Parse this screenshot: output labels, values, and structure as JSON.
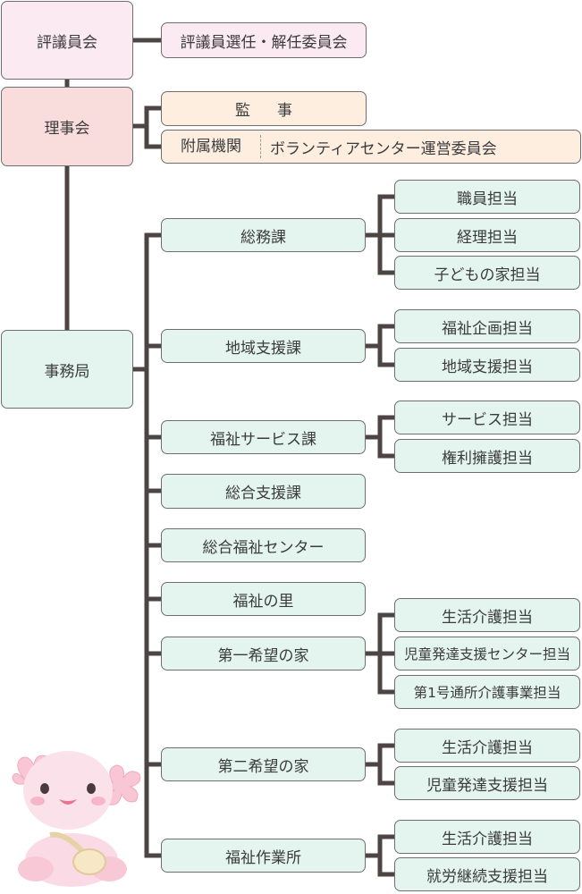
{
  "council": {
    "label": "評議員会",
    "committee": "評議員選任・解任委員会"
  },
  "board": {
    "label": "理事会",
    "auditor": "監事",
    "affiliated_label": "附属機関",
    "affiliated_body": "ボランティアセンター運営委員会"
  },
  "secretariat": {
    "label": "事務局"
  },
  "departments": [
    {
      "label": "総務課",
      "units": [
        "職員担当",
        "経理担当",
        "子どもの家担当"
      ]
    },
    {
      "label": "地域支援課",
      "units": [
        "福祉企画担当",
        "地域支援担当"
      ]
    },
    {
      "label": "福祉サービス課",
      "units": [
        "サービス担当",
        "権利擁護担当"
      ]
    },
    {
      "label": "総合支援課",
      "units": []
    },
    {
      "label": "総合福祉センター",
      "units": []
    },
    {
      "label": "福祉の里",
      "units": []
    },
    {
      "label": "第一希望の家",
      "units": [
        "生活介護担当",
        "児童発達支援センター担当",
        "第1号通所介護事業担当"
      ]
    },
    {
      "label": "第二希望の家",
      "units": [
        "生活介護担当",
        "児童発達支援担当"
      ]
    },
    {
      "label": "福祉作業所",
      "units": [
        "生活介護担当",
        "就労継続支援担当"
      ]
    }
  ],
  "colors": {
    "line": "#4d4543",
    "council_fill": "#fbeaf1",
    "board_fill": "#f9dddd",
    "auditor_fill": "#fdeee0",
    "department_fill": "#e4f5f0",
    "border": "#6e6e6e"
  },
  "mascot_icon": "pink-mascot-with-cherry-blossoms-icon"
}
